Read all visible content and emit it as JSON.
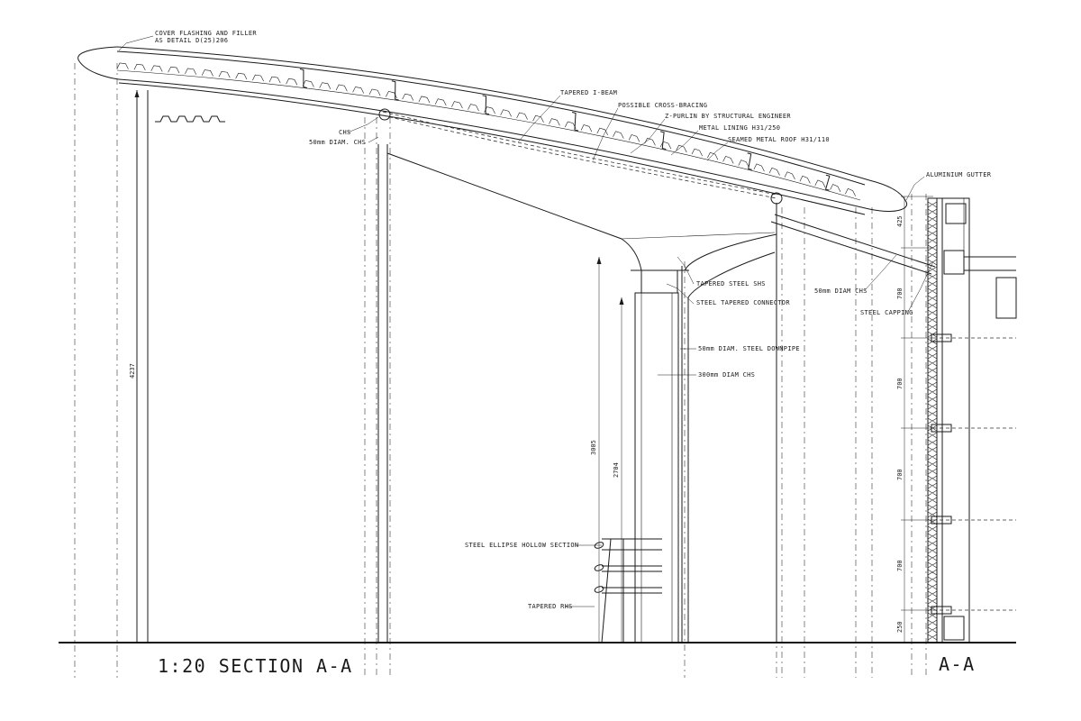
{
  "title": "1:20 SECTION A-A",
  "section_mark": "A-A",
  "labels": {
    "cover_flashing_1": "COVER FLASHING AND FILLER",
    "cover_flashing_2": "AS DETAIL D(25)206",
    "tapered_ibeam": "TAPERED I-BEAM",
    "cross_bracing": "POSSIBLE CROSS-BRACING",
    "z_purlin": "Z-PURLIN BY STRUCTURAL ENGINEER",
    "metal_lining": "METAL LINING H31/250",
    "seamed_roof": "SEAMED METAL ROOF H31/110",
    "chs": "CHS",
    "chs_50": "50mm DIAM. CHS",
    "aluminium_gutter": "ALUMINIUM GUTTER",
    "tapered_shs": "TAPERED STEEL SHS",
    "tapered_connector": "STEEL TAPERED CONNECTOR",
    "chs_50_right": "50mm DIAM CHS",
    "steel_capping": "STEEL CAPPING",
    "downpipe": "50mm DIAM. STEEL DOWNPIPE",
    "chs_300": "300mm DIAM CHS",
    "ellipse": "STEEL ELLIPSE HOLLOW SECTION",
    "tapered_rhs": "TAPERED RHS"
  },
  "dimensions": {
    "overall_height": "4237",
    "d3005": "3005",
    "d2704": "2704",
    "d425": "425",
    "d700a": "700",
    "d700b": "700",
    "d700c": "700",
    "d700d": "700",
    "d250": "250"
  }
}
